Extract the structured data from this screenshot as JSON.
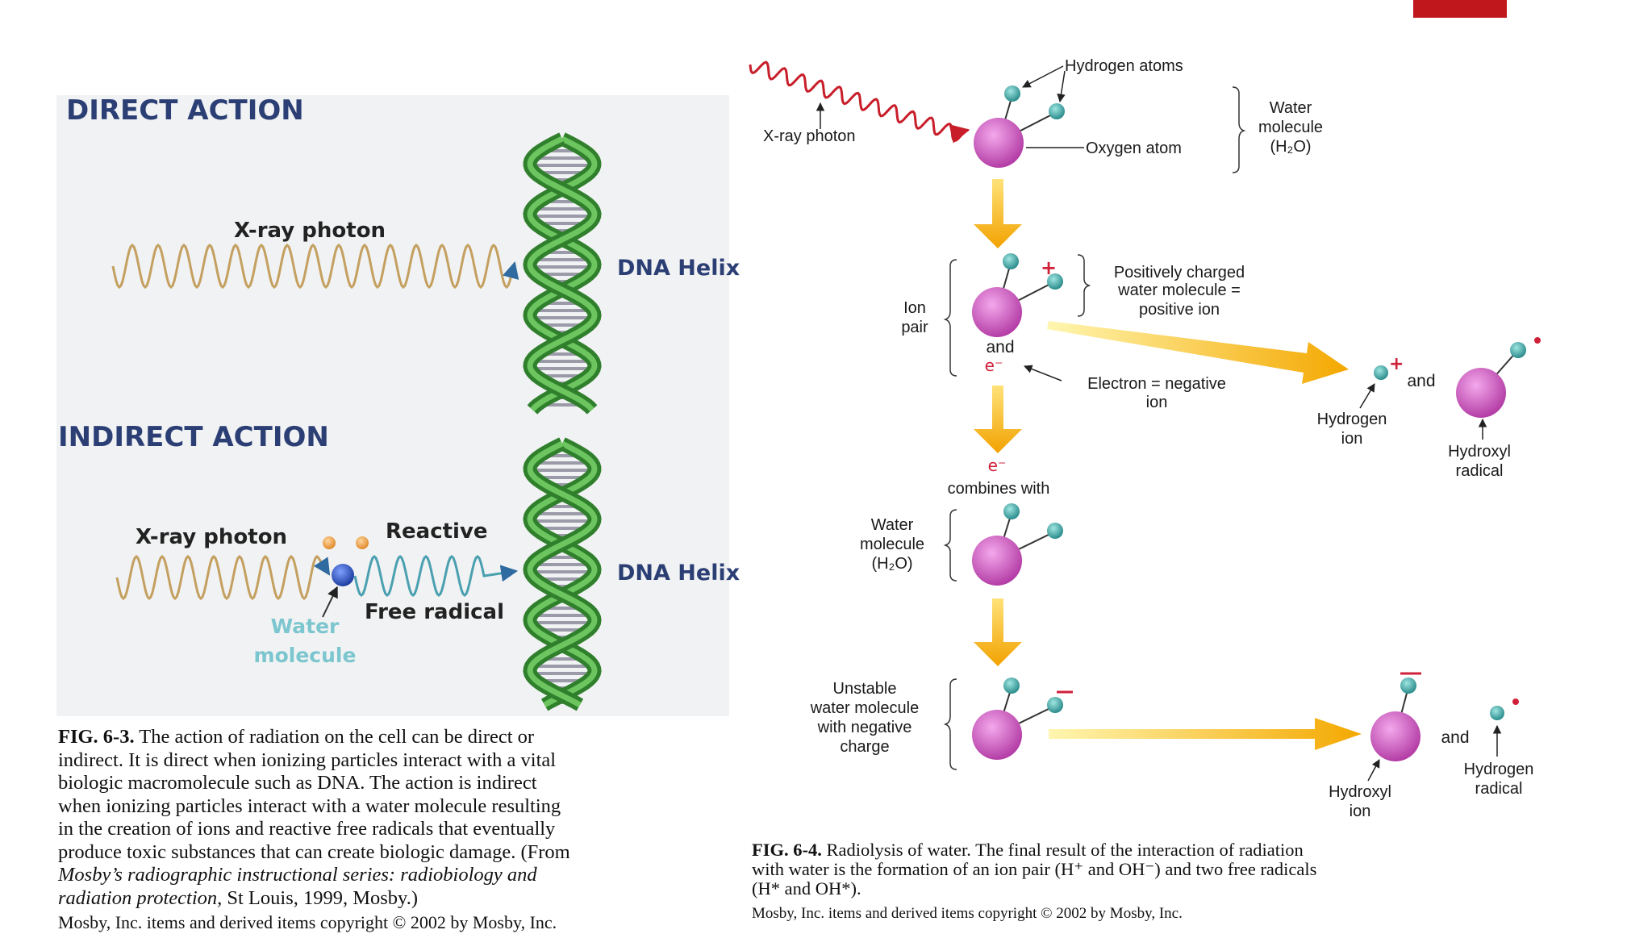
{
  "direct": {
    "heading": "DIRECT ACTION",
    "photon_label": "X-ray photon",
    "dna_label": "DNA Helix"
  },
  "indirect": {
    "heading": "INDIRECT ACTION",
    "photon_label": "X-ray photon",
    "reactive_label": "Reactive",
    "free_radical_label": "Free radical",
    "water_label_1": "Water",
    "water_label_2": "molecule",
    "dna_label": "DNA Helix"
  },
  "fig63": {
    "lines": [
      {
        "bold": "FIG. 6-3.",
        "text": " The action of radiation on the cell can be direct or"
      },
      {
        "text": "indirect. It is direct when ionizing particles interact with a vital"
      },
      {
        "text": "biologic macromolecule such as DNA. The action is indirect"
      },
      {
        "text": "when ionizing particles interact with a water molecule resulting"
      },
      {
        "text": "in the creation of ions and reactive free radicals that eventually"
      },
      {
        "text": "produce toxic substances that can create biologic damage. (From"
      },
      {
        "italic": "Mosby’s radiographic instructional series: radiobiology and"
      },
      {
        "italic": "radiation protection,",
        "text": " St Louis, 1999, Mosby.)"
      }
    ],
    "cut_line": "Mosby, Inc. items and derived items copyright © 2002 by Mosby, Inc."
  },
  "fig64": {
    "photon": "X-ray photon",
    "hydrogen_atoms": "Hydrogen atoms",
    "oxygen_atom": "Oxygen atom",
    "water_molecule_1": "Water",
    "water_molecule_2": "molecule",
    "water_molecule_3": "(H₂O)",
    "ion_pair_1": "Ion",
    "ion_pair_2": "pair",
    "pos_1": "Positively charged",
    "pos_2": "water molecule =",
    "pos_3": "positive ion",
    "and": "and",
    "electron_1": "Electron = negative",
    "electron_2": "ion",
    "e_minus": "e⁻",
    "combines": "combines with",
    "hydrogen_ion_1": "Hydrogen",
    "hydrogen_ion_2": "ion",
    "hydroxyl_radical_1": "Hydroxyl",
    "hydroxyl_radical_2": "radical",
    "unstable_1": "Unstable",
    "unstable_2": "water molecule",
    "unstable_3": "with negative",
    "unstable_4": "charge",
    "hydroxyl_ion_1": "Hydroxyl",
    "hydroxyl_ion_2": "ion",
    "hydrogen_radical_1": "Hydrogen",
    "hydrogen_radical_2": "radical",
    "caption_bold": "FIG. 6-4.",
    "caption_1": " Radiolysis of water. The final result of the interaction of radiation",
    "caption_2": "with water is the formation of an ion pair (H⁺ and OH⁻) and two free radicals",
    "caption_3": "(H* and OH*).",
    "copyright": "Mosby, Inc. items and derived items copyright © 2002 by Mosby, Inc."
  },
  "colors": {
    "accent_bar": "#c0171d",
    "panel_bg": "#f1f2f3",
    "dna_green": "#3e9a3a",
    "oxygen": "#c850b8",
    "hydrogen": "#3aa0a0",
    "arrow": "#f4b000"
  }
}
